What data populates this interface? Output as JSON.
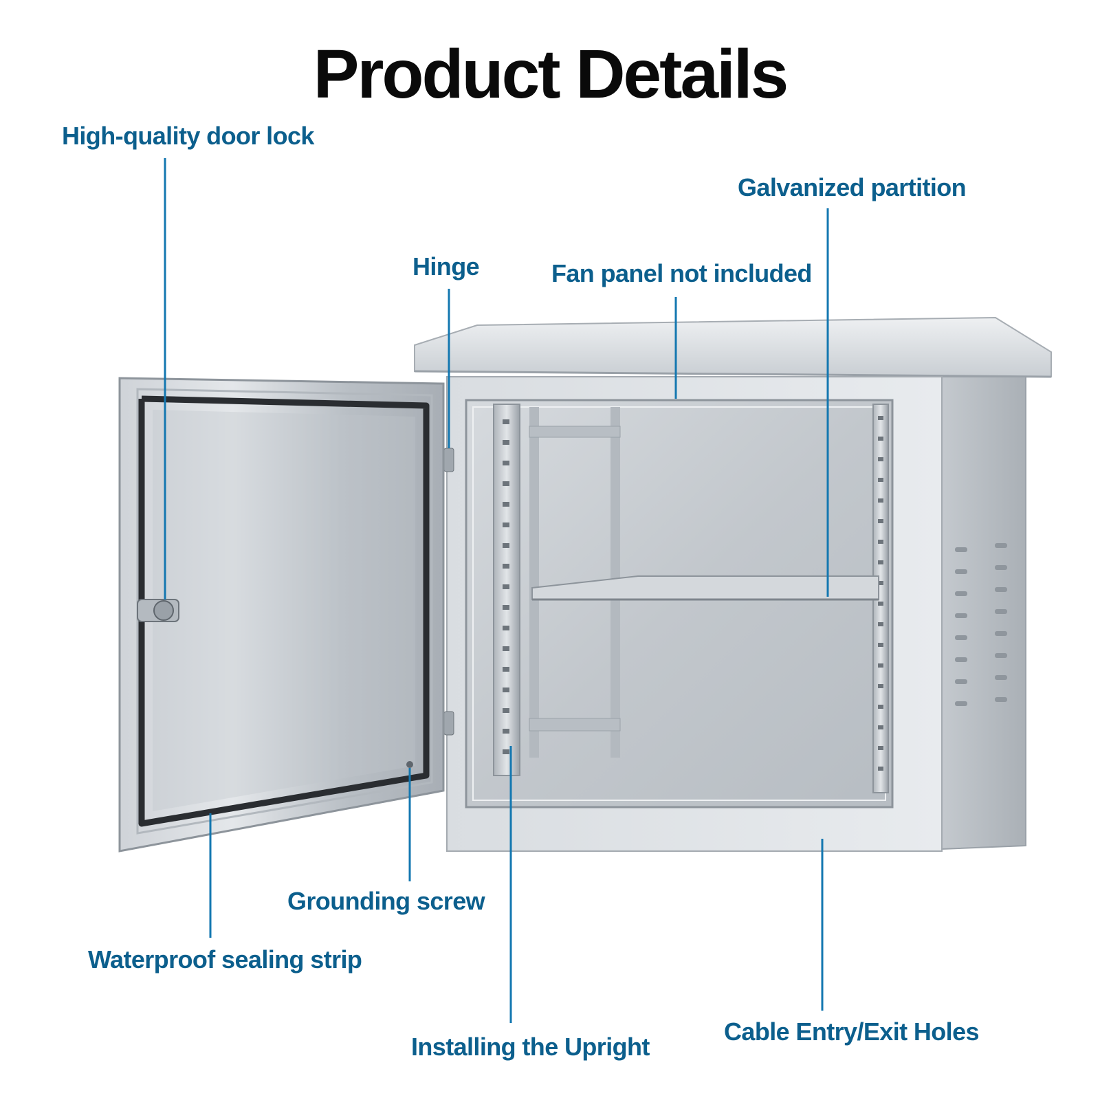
{
  "page": {
    "title": "Product Details"
  },
  "colors": {
    "callout_text": "#0c5f8d",
    "leader_line": "#1377b0",
    "title_text": "#0a0a0a",
    "steel_light": "#e9ecef",
    "steel_mid": "#c5cad0",
    "steel_dark": "#8d949b",
    "gasket": "#2a2d31"
  },
  "callouts": {
    "door_lock": "High-quality door lock",
    "galvanized_partition": "Galvanized partition",
    "hinge": "Hinge",
    "fan_panel": "Fan panel not included",
    "grounding_screw": "Grounding screw",
    "waterproof_strip": "Waterproof sealing strip",
    "installing_upright": "Installing the Upright",
    "cable_holes": "Cable Entry/Exit Holes"
  }
}
